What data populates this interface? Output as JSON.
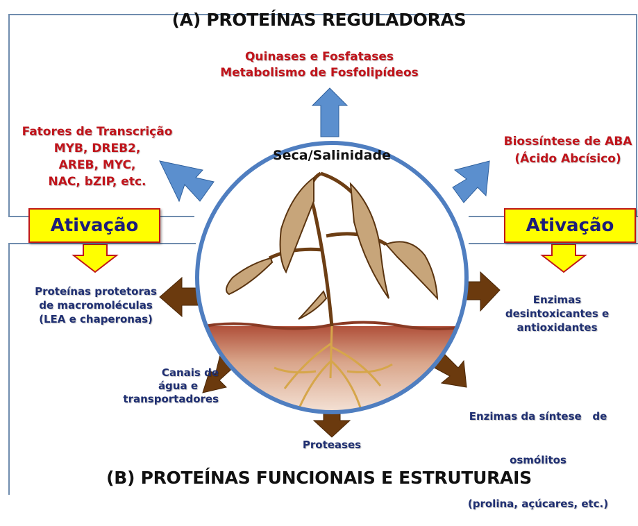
{
  "section_a": {
    "title": "(A) PROTEÍNAS REGULADORAS",
    "top_line1": "Quinases e Fosfatases",
    "top_line2": "Metabolismo de Fosfolipídeos",
    "left_lines": [
      "Fatores de Transcrição",
      "MYB, DREB2,",
      "AREB, MYC,",
      "NAC, bZIP, etc."
    ],
    "right_lines": [
      "Biossíntese de ABA",
      "(Ácido Abcísico)"
    ]
  },
  "activation": {
    "left_label": "Ativação",
    "right_label": "Ativação"
  },
  "center": {
    "label": "Seca/Salinidade"
  },
  "section_b": {
    "title": "(B) PROTEÍNAS FUNCIONAIS E ESTRUTURAIS",
    "protective_lines": [
      "Proteínas protetoras",
      "de macromoléculas",
      "(LEA e chaperonas)"
    ],
    "channels_lines": [
      "Canais de",
      "água e",
      "transportadores"
    ],
    "proteases": "Proteases",
    "detox_lines": [
      "Enzimas",
      "desintoxicantes e",
      "antioxidantes"
    ],
    "osmolyte_lines": [
      "Enzimas da síntese   de",
      "osmólitos",
      "(prolina, açúcares, etc.)"
    ]
  },
  "colors": {
    "regulatory_text": "#c0141b",
    "functional_text": "#1f2f72",
    "blue_arrow": "#5b8fce",
    "brown_arrow": "#6b3a0e",
    "activation_box": "#ffff00"
  }
}
